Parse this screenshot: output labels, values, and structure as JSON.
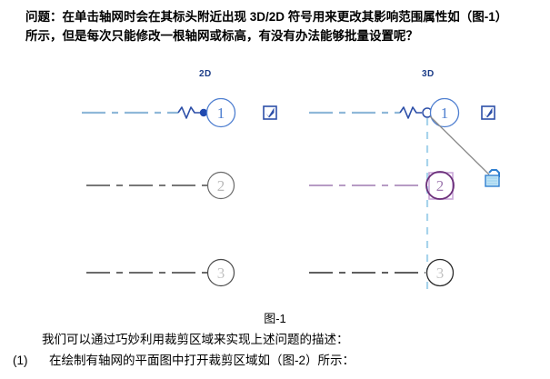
{
  "question": {
    "line1": "问题：在单击轴网时会在其标头附近出现 3D/2D 符号用来更改其影响范围属性如（图-1）",
    "line2": "所示，但是每次只能修改一根轴网或标高，有没有办法能够批量设置呢？"
  },
  "figure": {
    "caption": "图-1",
    "labels": {
      "mode_2d": "2D",
      "mode_3d": "3D"
    },
    "gridlines": [
      {
        "id": "grid-1-left",
        "bubble_text": "1",
        "color": "#2d4fa8",
        "style": "dash-dot",
        "mode": "2D",
        "has_break_symbol": true,
        "has_endpoint_dot": true
      },
      {
        "id": "grid-1-right",
        "bubble_text": "1",
        "color": "#2d4fa8",
        "style": "dash-dot",
        "mode": "3D",
        "has_break_symbol": true,
        "has_3d_handle": true
      },
      {
        "id": "grid-2-left",
        "bubble_text": "2",
        "color": "#4a4a4a",
        "style": "dash-dot"
      },
      {
        "id": "grid-2-right",
        "bubble_text": "2",
        "color": "#8f5fa0",
        "style": "dash-dot",
        "selected": true
      },
      {
        "id": "grid-3-left",
        "bubble_text": "3",
        "color": "#3a3a3a",
        "style": "dash-dot"
      },
      {
        "id": "grid-3-right",
        "bubble_text": "3",
        "color": "#2a2a2a",
        "style": "dash-dot"
      }
    ],
    "checkboxes": [
      {
        "id": "checkbox-2d",
        "checked": true
      },
      {
        "id": "checkbox-3d",
        "checked": true
      }
    ],
    "lock_icon": {
      "id": "lock-icon",
      "state": "locked",
      "color": "#2f7fd0"
    },
    "crop_boundary": {
      "id": "crop-region-line",
      "color": "#a8d4ec",
      "style": "dashed",
      "orientation": "vertical"
    },
    "colors": {
      "blue_accent": "#2d4fa8",
      "light_blue_line": "#8fb8d8",
      "purple": "#8f5fa0",
      "gray": "#4a4a4a",
      "crop_blue": "#a8d4ec",
      "lock_blue": "#2f7fd0",
      "leader_gray": "#8a8a8a"
    }
  },
  "body": {
    "line1": "我们可以通过巧妙利用裁剪区域来实现上述问题的描述：",
    "line2_number": "(1)",
    "line2_text": "在绘制有轴网的平面图中打开裁剪区域如（图-2）所示："
  }
}
